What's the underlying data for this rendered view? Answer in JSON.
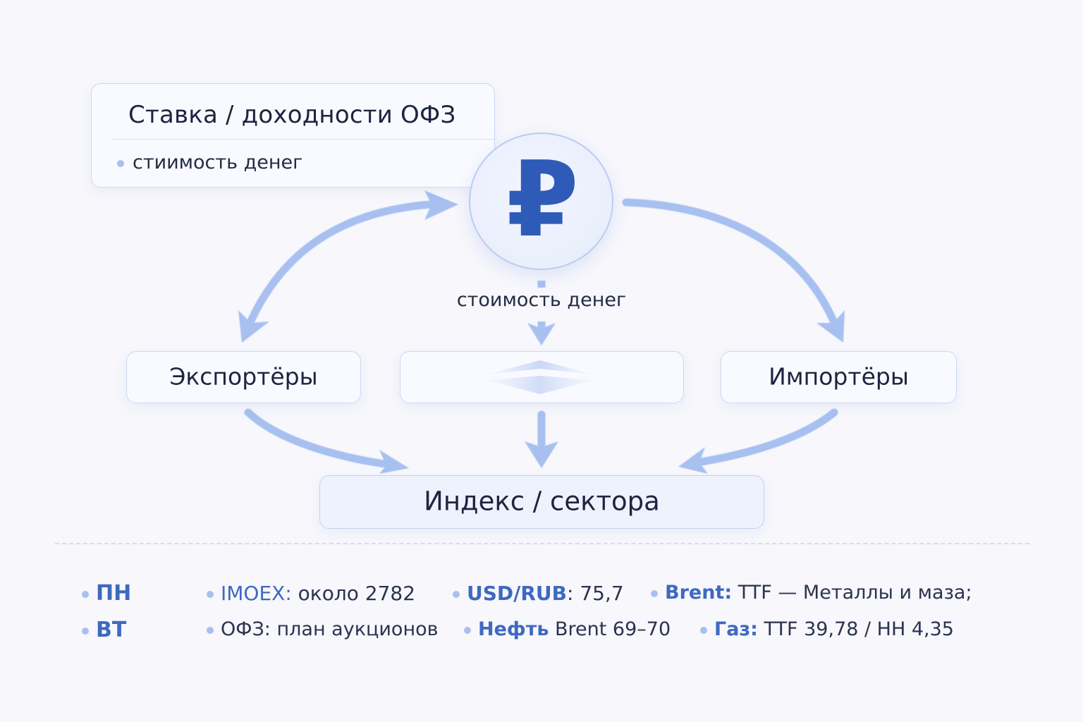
{
  "colors": {
    "background": "#f7f7fc",
    "accent": "#2f5bb8",
    "arrow": "#a7c0f0",
    "card_border": "#cbd8f3",
    "text": "#1d2440",
    "label_blue": "#3f69c0"
  },
  "rate_card": {
    "title": "Ставка / доходности ОФЗ",
    "subtitle": "стиимость денег"
  },
  "center": {
    "icon": "ruble-icon",
    "symbol": "₽",
    "cost_label": "стоимость денег"
  },
  "nodes": {
    "exporters": "Экспортёры",
    "importers": "Импортёры",
    "index": "Индекс / сектора"
  },
  "calendar": {
    "rows": [
      {
        "day": "ПН",
        "items": [
          {
            "key": "IMOEX:",
            "value": " около 2782",
            "bold": false
          },
          {
            "key": "USD/RUB",
            "value": ": 75,7",
            "bold": true
          },
          {
            "key": "Brent:",
            "value": "  TTF — Металлы и маза;",
            "bold": true
          }
        ]
      },
      {
        "day": "ВТ",
        "items": [
          {
            "key": "",
            "value": "ОФЗ: план аукционов",
            "bold": false
          },
          {
            "key": "Нефть",
            "value": " Brent 69–70",
            "bold": true
          },
          {
            "key": "Газ:",
            "value": " TTF 39,78 / НН 4,35",
            "bold": true
          }
        ]
      }
    ]
  }
}
